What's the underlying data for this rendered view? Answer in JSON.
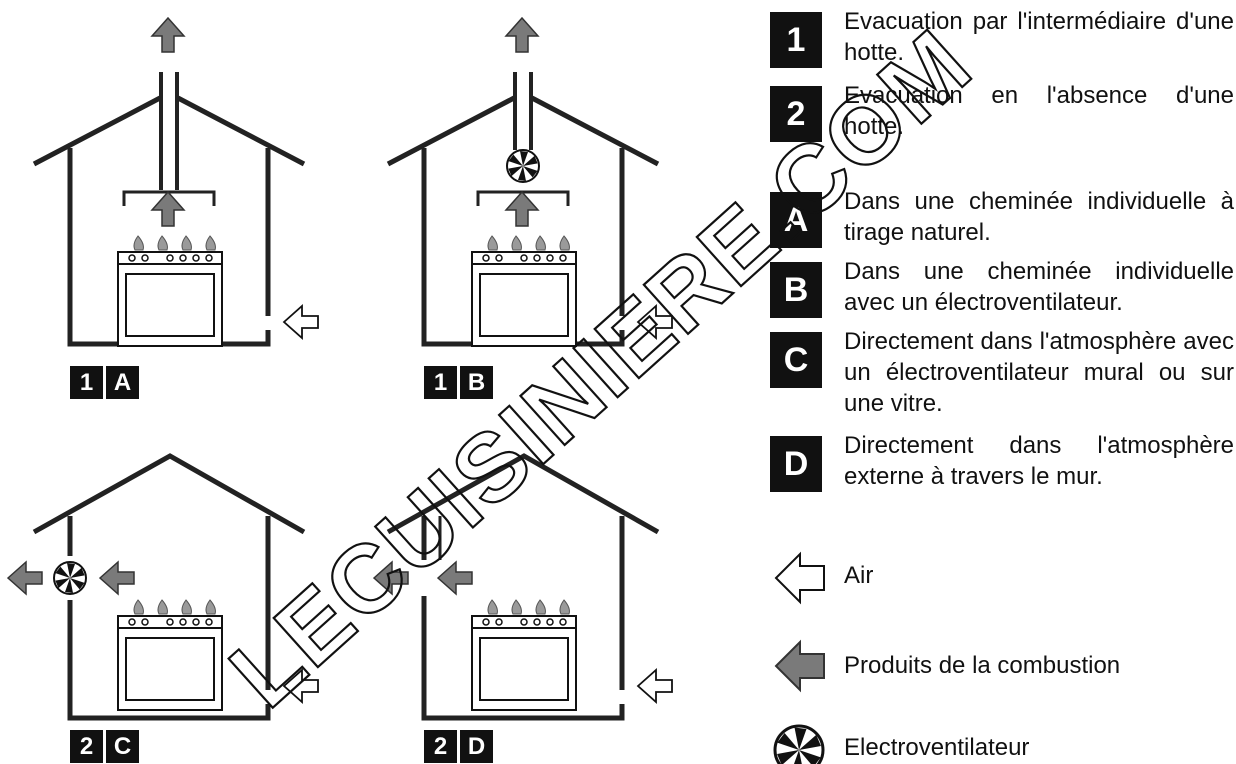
{
  "legend": {
    "items": [
      {
        "badge": "1",
        "text": "Evacuation par l'intermédiaire d'une hotte."
      },
      {
        "badge": "2",
        "text": "Evacuation en l'absence d'une hotte."
      },
      {
        "badge": "A",
        "text": "Dans une cheminée individuelle à tirage naturel."
      },
      {
        "badge": "B",
        "text": "Dans une cheminée individuelle avec un électroventilateur."
      },
      {
        "badge": "C",
        "text": "Directement dans l'atmosphère avec un électroventilateur mural ou sur une vitre."
      },
      {
        "badge": "D",
        "text": "Directement dans l'atmosphère externe à travers le mur."
      }
    ]
  },
  "symbols": {
    "air": "Air",
    "combustion": "Produits de la combustion",
    "fan": "Electroventilateur"
  },
  "diagrams": [
    {
      "tag1": "1",
      "tag2": "A"
    },
    {
      "tag1": "1",
      "tag2": "B"
    },
    {
      "tag1": "2",
      "tag2": "C"
    },
    {
      "tag1": "2",
      "tag2": "D"
    }
  ],
  "watermark": "LECUISINIERE.COM",
  "colors": {
    "combustion_arrow": "#7a7a7a",
    "air_arrow": "#ffffff",
    "badge_bg": "#111111"
  }
}
